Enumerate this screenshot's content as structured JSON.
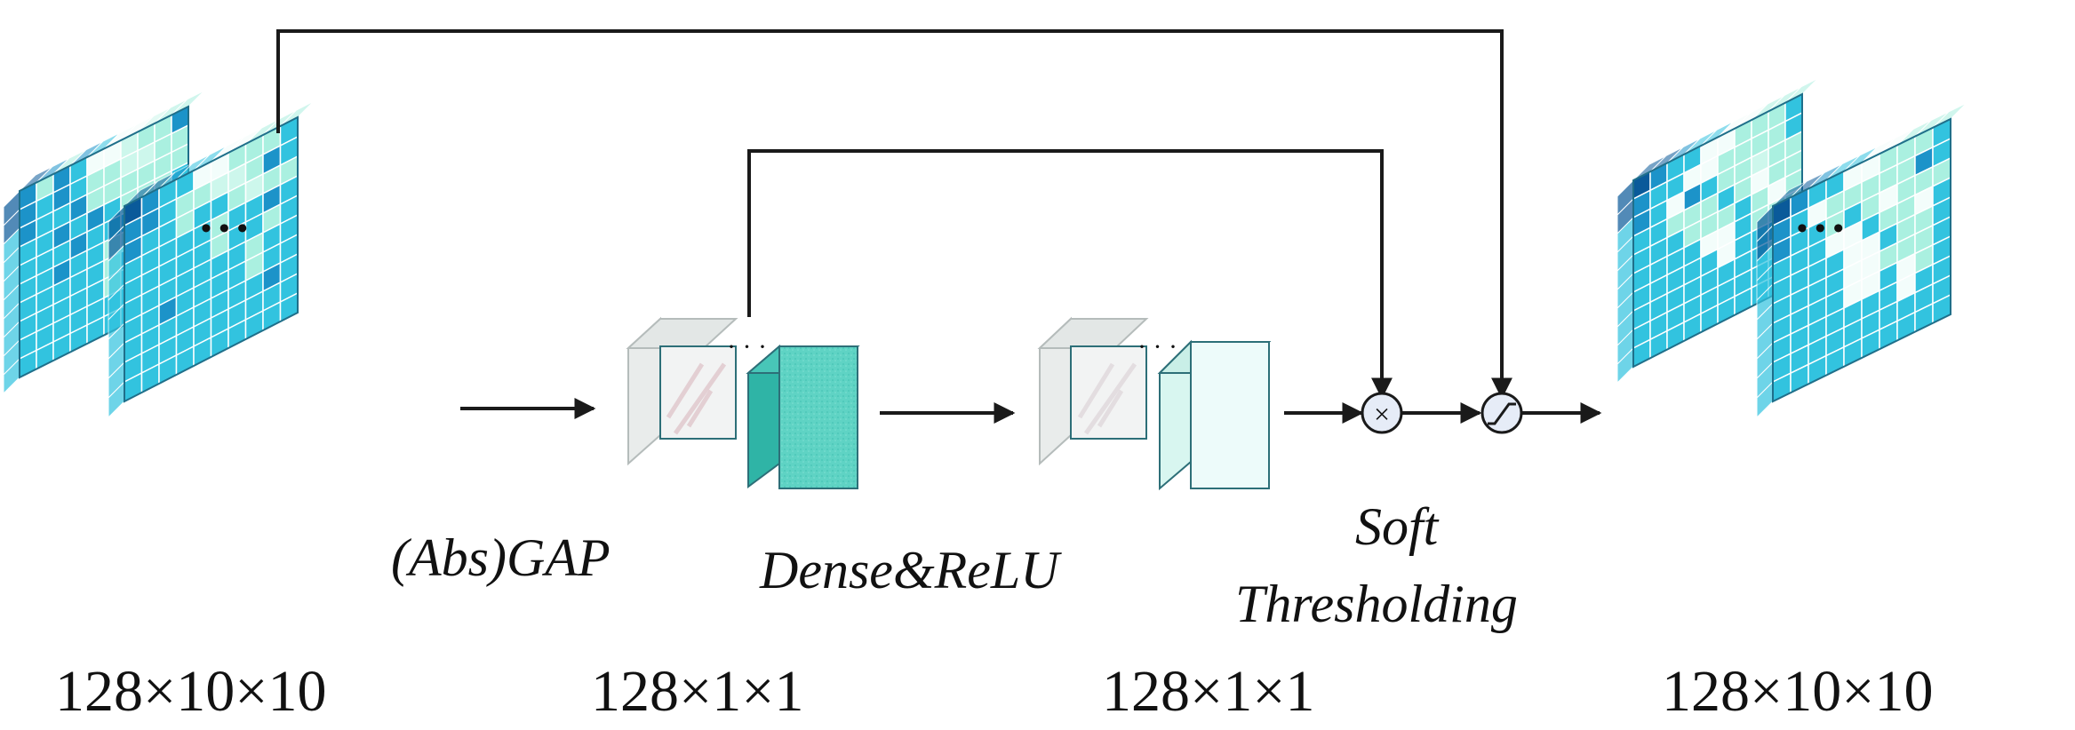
{
  "colors": {
    "dark": "#0a5a9a",
    "blue": "#1c93c9",
    "cyan": "#32c3df",
    "light": "#aaf0e0",
    "pale": "#cdf7ec",
    "white": "#f3fdfb",
    "line": "#1a1a1a",
    "operator_fill": "#e6ecf7"
  },
  "labels": {
    "input_dims": "128×10×10",
    "gap_label": "(Abs)GAP",
    "gap_dims": "128×1×1",
    "dense_label": "Dense&ReLU",
    "dense_dims": "128×1×1",
    "soft_line1": "Soft",
    "soft_line2": "Thresholding",
    "output_dims": "128×10×10"
  },
  "ellipsis": {
    "big": "• • •",
    "small": "· · ·"
  },
  "operators": {
    "multiply": "×",
    "threshold_icon": "soft-threshold-curve-icon"
  },
  "grids": {
    "input_back": [
      "dblbcwwpllb",
      "dbcbcllppll",
      "cbccbllllll",
      "cccbcbclllc",
      "ccccbcccllc",
      "cccbccllcbc",
      "cccccclbccc",
      "cccccclcccc",
      "ccccccccccc",
      "ccccccccccc"
    ],
    "input_front": [
      "ddbccwwlllc",
      "dbbcllpplbc",
      "cbcclcclpll",
      "cccccclccbc",
      "cccccclcclc",
      "cccccccclcc",
      "cccbcccclcc",
      "cccccccccbc",
      "ccccccccccc",
      "ccccccccccc"
    ],
    "output_back": [
      "ddbccwwlllc",
      "dbccwwllllc",
      "cbcwbcllpll",
      "ccclllclwll",
      "cccclllclwl",
      "cccccwwclll",
      "ccccccwcccl",
      "ccccccccclc",
      "ccccccccccc",
      "ccccccccccc"
    ],
    "output_front": [
      "ddbccwwlllc",
      "dbcwlllllbc",
      "cbcclclwlll",
      "ccccwwcllwc",
      "cccccwwcllc",
      "cccccwwlllc",
      "cccccwwcwlc",
      "ccccccccwcc",
      "ccccccccccc",
      "ccccccccccc"
    ]
  }
}
